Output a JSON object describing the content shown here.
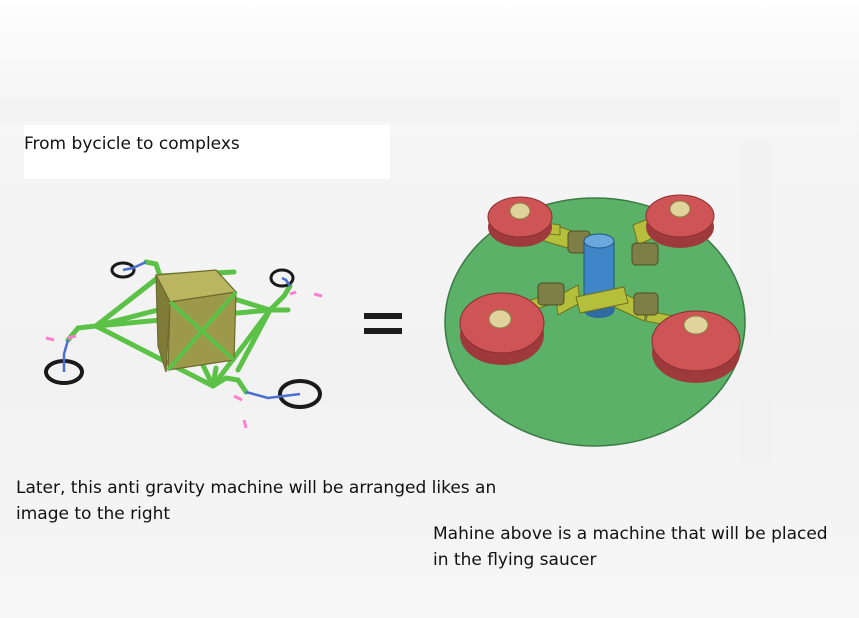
{
  "title": "From bycicle to complexs",
  "left_caption": [
    "Later, this anti gravity machine will be arranged likes an",
    "image to the right"
  ],
  "right_caption": [
    "Mahine above is a machine that will be placed",
    "in the flying saucer"
  ],
  "equals": "=",
  "colors": {
    "frame_green": "#6fcf55",
    "box_olive": "#9c9a4a",
    "disk_green": "#5bb167",
    "flywheel_red": "#c84d4f",
    "column_blue": "#3f86c8",
    "arm_yellow": "#b5bf3c",
    "wheel_black": "#1a1a1a"
  }
}
